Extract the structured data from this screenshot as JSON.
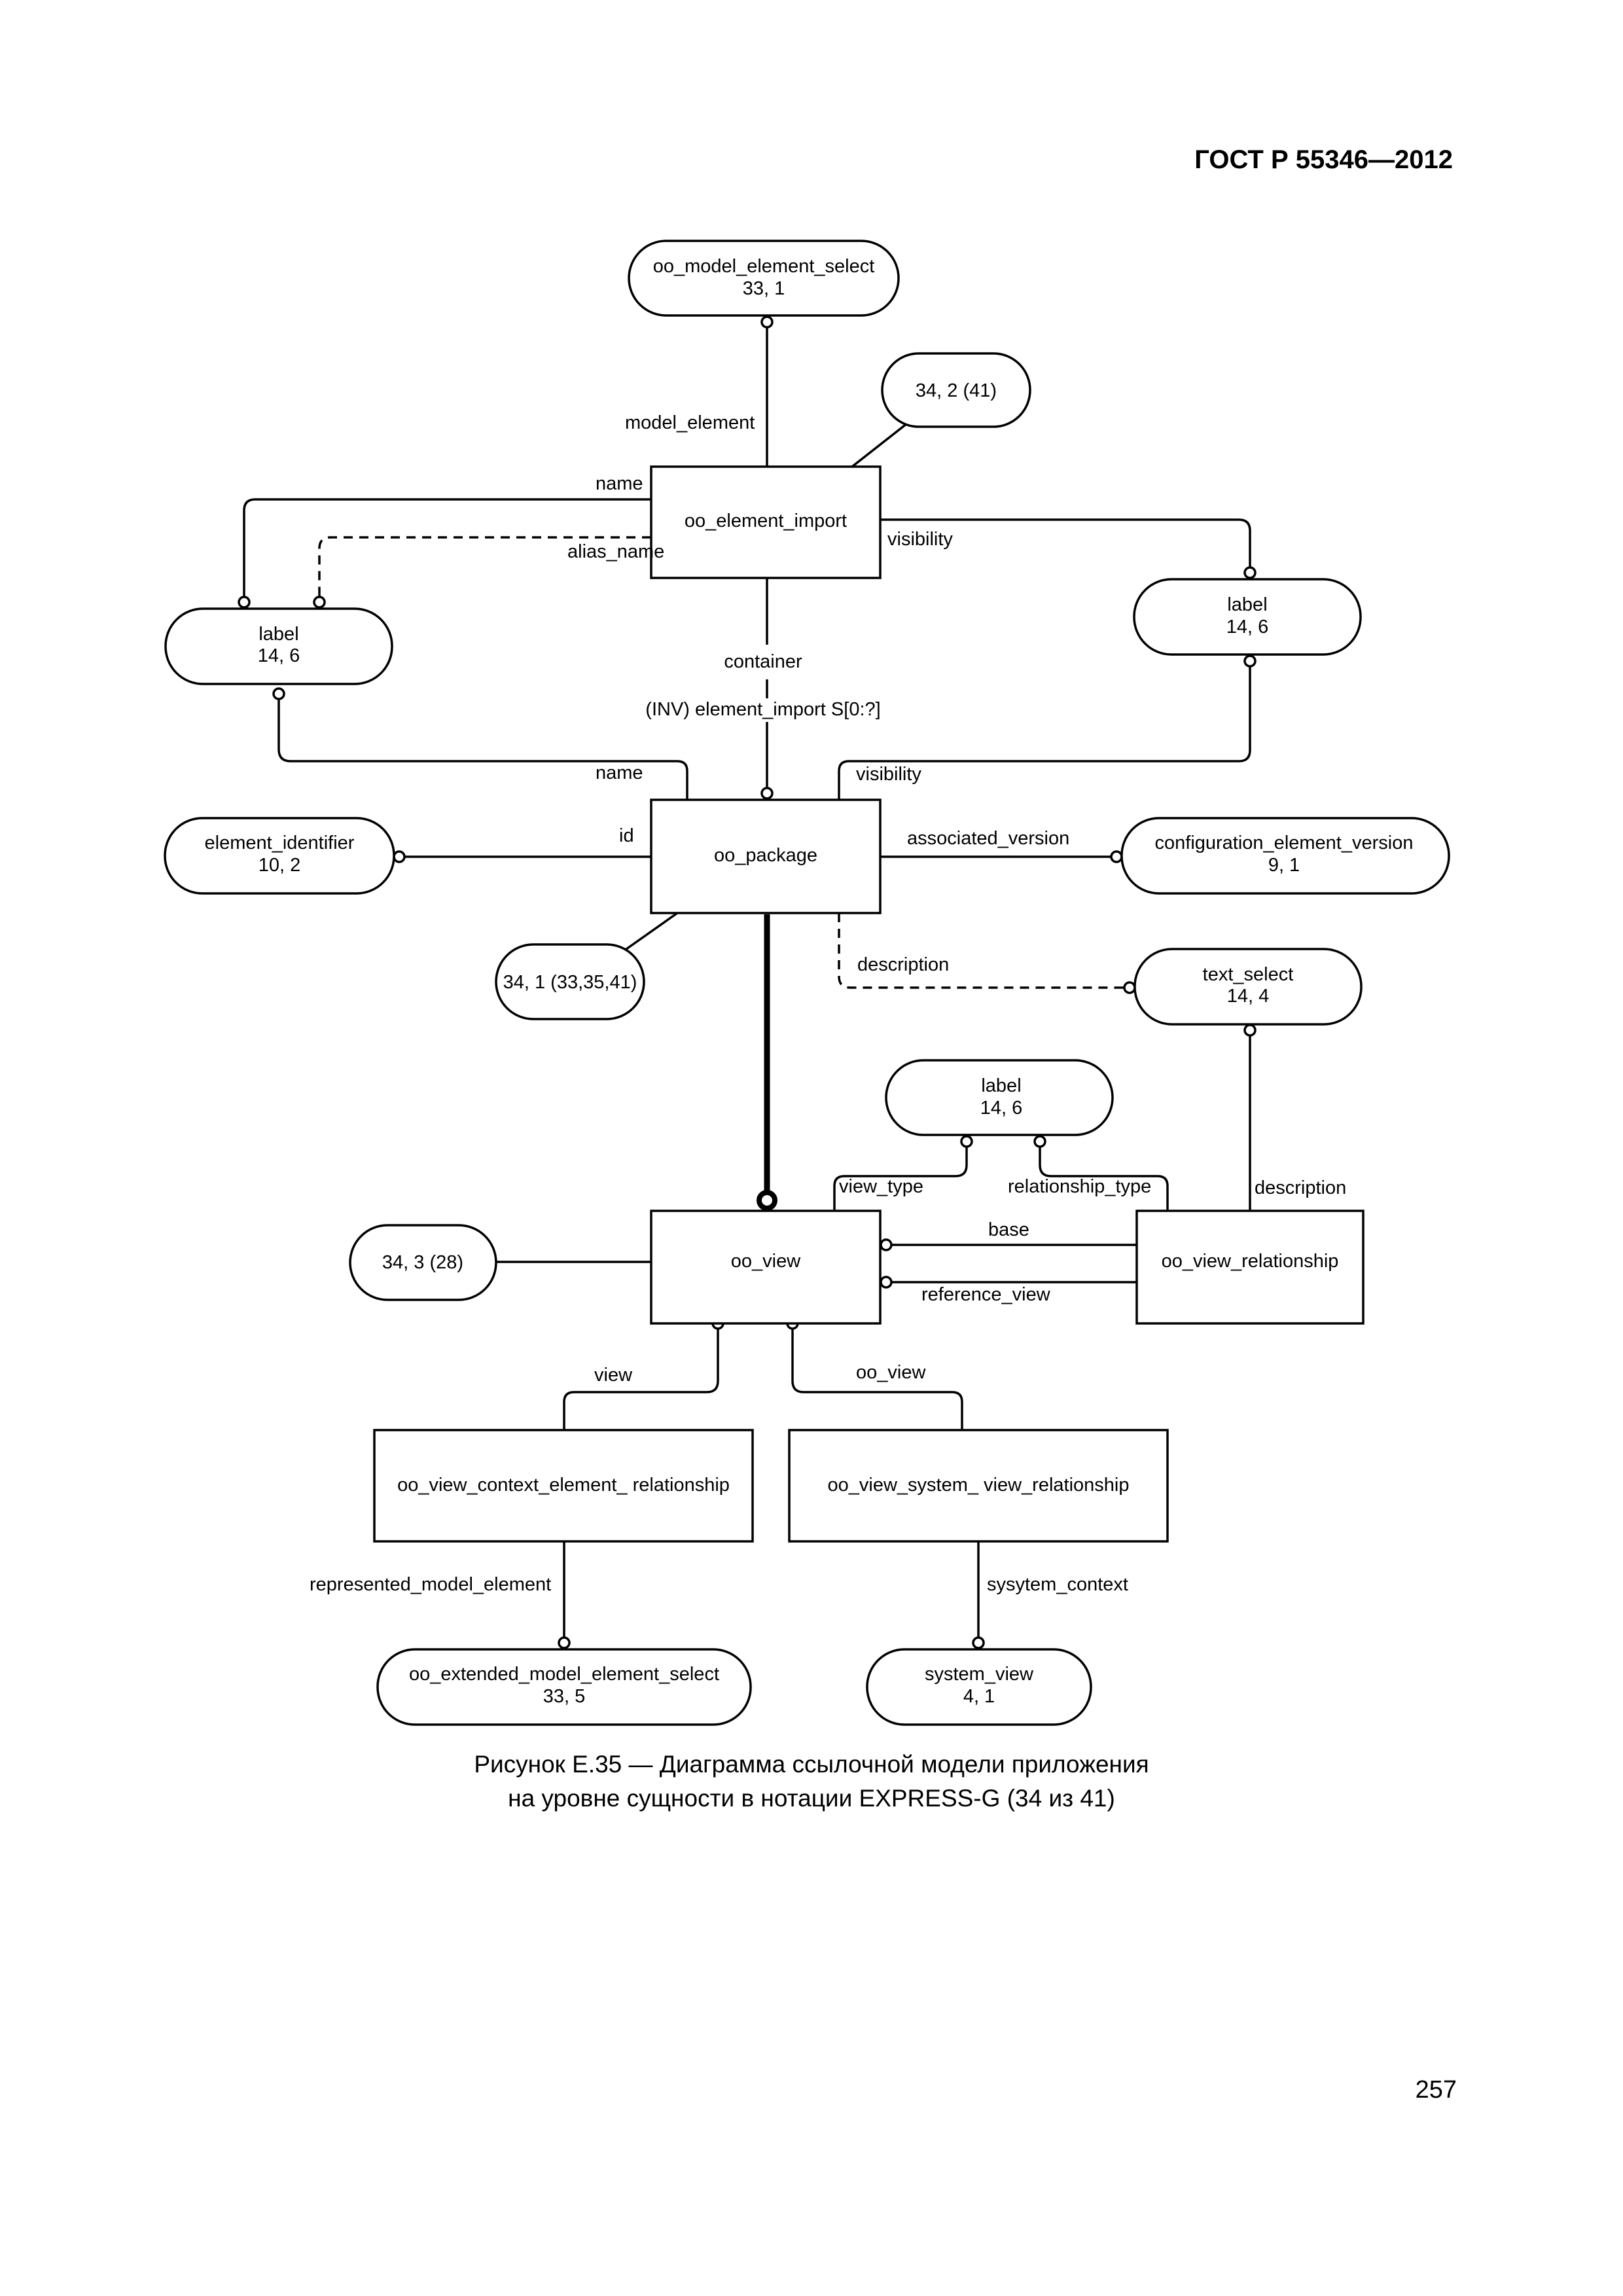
{
  "header": {
    "standard": "ГОСТ Р 55346—2012"
  },
  "page_number": "257",
  "caption": {
    "line1": "Рисунок Е.35 — Диаграмма ссылочной модели приложения",
    "line2": "на уровне сущности в нотации EXPRESS-G (34 из 41)"
  },
  "entities": {
    "oo_element_import": "oo_element_import",
    "oo_package": "oo_package",
    "oo_view": "oo_view",
    "oo_view_relationship": "oo_view_relationship",
    "oo_view_context_element_relationship": "oo_view_context_element_ relationship",
    "oo_view_system_view_relationship": "oo_view_system_ view_relationship"
  },
  "references": {
    "model_element_select": {
      "name": "oo_model_element_select",
      "page": "33, 1"
    },
    "ref_34_2": {
      "name": "34, 2 (41)"
    },
    "label_left": {
      "name": "label",
      "page": "14, 6"
    },
    "label_right": {
      "name": "label",
      "page": "14, 6"
    },
    "element_identifier": {
      "name": "element_identifier",
      "page": "10, 2"
    },
    "configuration_element_version": {
      "name": "configuration_element_version",
      "page": "9, 1"
    },
    "ref_34_1": {
      "name": "34, 1 (33,35,41)"
    },
    "text_select": {
      "name": "text_select",
      "page": "14, 4"
    },
    "label_mid": {
      "name": "label",
      "page": "14, 6"
    },
    "ref_34_3": {
      "name": "34, 3 (28)"
    },
    "extended_model_element_select": {
      "name": "oo_extended_model_element_select",
      "page": "33, 5"
    },
    "system_view": {
      "name": "system_view",
      "page": "4, 1"
    }
  },
  "attributes": {
    "model_element": "model_element",
    "name_top": "name",
    "alias_name": "alias_name",
    "visibility_top": "visibility",
    "container": "container",
    "inverse": "(INV) element_import S[0:?]",
    "name_pkg": "name",
    "visibility_pkg": "visibility",
    "id": "id",
    "associated_version": "associated_version",
    "description_pkg": "description",
    "view_type": "view_type",
    "relationship_type": "relationship_type",
    "description_rel": "description",
    "base": "base",
    "reference_view": "reference_view",
    "view": "view",
    "oo_view": "oo_view",
    "represented_model_element": "represented_model_element",
    "sysytem_context": "sysytem_context"
  }
}
